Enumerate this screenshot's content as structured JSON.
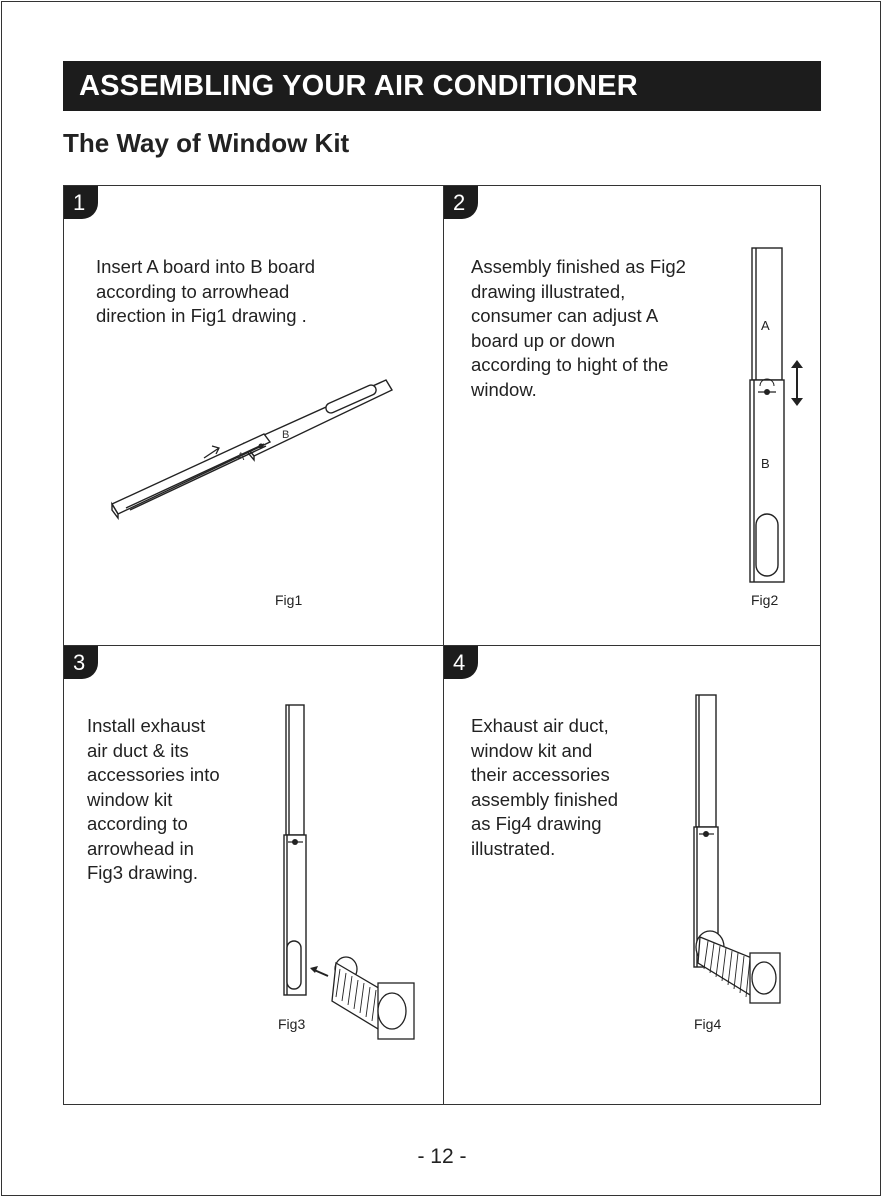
{
  "header": {
    "title": "ASSEMBLING YOUR AIR CONDITIONER",
    "subtitle": "The Way of Window Kit"
  },
  "steps": [
    {
      "number": "1",
      "text": "Insert A board into B board\naccording to arrowhead\ndirection in Fig1 drawing .",
      "caption": "Fig1",
      "labels": [
        "A",
        "B"
      ]
    },
    {
      "number": "2",
      "text": "Assembly finished as Fig2\ndrawing illustrated,\nconsumer can adjust A\nboard up or down\naccording to hight of the\nwindow.",
      "caption": "Fig2",
      "labels": [
        "A",
        "B"
      ]
    },
    {
      "number": "3",
      "text": "Install exhaust\nair duct & its\naccessories into\nwindow kit\naccording to\narrowhead in\nFig3 drawing.",
      "caption": "Fig3"
    },
    {
      "number": "4",
      "text": "Exhaust air duct,\nwindow kit and\ntheir accessories\nassembly finished\nas Fig4 drawing\nillustrated.",
      "caption": "Fig4"
    }
  ],
  "footer": {
    "page": "- 12 -"
  }
}
